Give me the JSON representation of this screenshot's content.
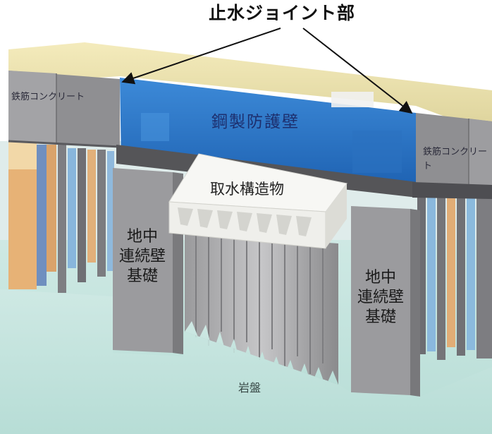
{
  "title": "止水ジョイント部",
  "labels": {
    "steel_wall": "鋼製防護壁",
    "intake_structure": "取水構造物",
    "foundation_left": "地中\n連続壁\n基礎",
    "foundation_right": "地中\n連続壁\n基礎",
    "rc_left": "鉄筋コンクリート",
    "rc_right": "鉄筋コンクリート",
    "bedrock": "岩盤"
  },
  "colors": {
    "steel_wall": "#2f7ccd",
    "rc_wall": "#8c8c8f",
    "deck": "#efe3a6",
    "bedrock": "#bfe0da",
    "intake": "#f2f2ef",
    "soil_orange": "#e8b274",
    "water_blue": "#7fb6dd"
  }
}
